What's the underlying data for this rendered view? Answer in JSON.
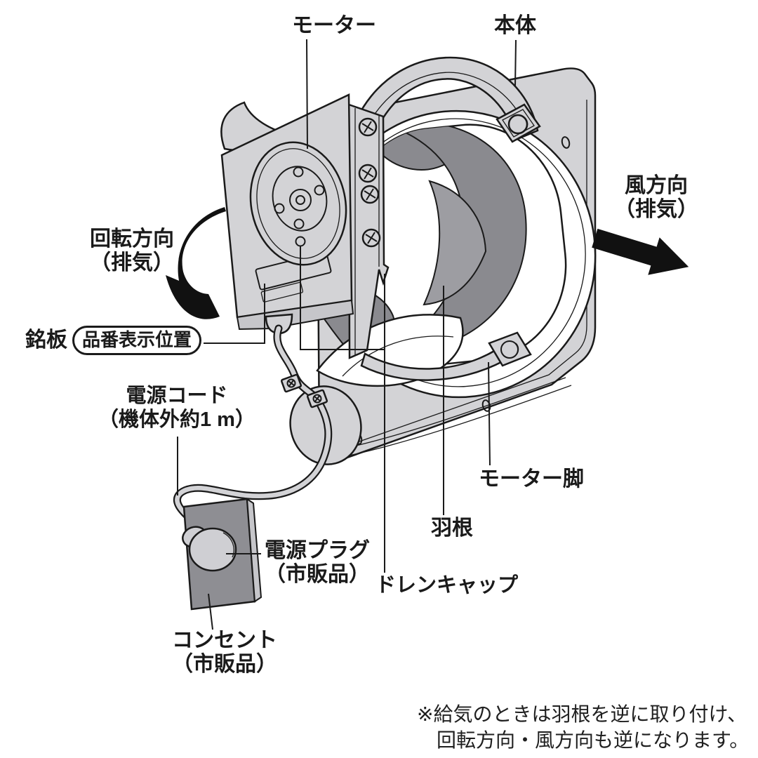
{
  "diagram": {
    "labels": {
      "motor": "モーター",
      "body": "本体",
      "wind_direction": {
        "line1": "風方向",
        "line2": "（排気）"
      },
      "rotation_direction": {
        "line1": "回転方向",
        "line2": "（排気）"
      },
      "nameplate": "銘板",
      "part_number_position": "品番表示位置",
      "power_cord": {
        "line1": "電源コード",
        "line2": "（機体外約1 m）"
      },
      "power_plug": {
        "line1": "電源プラグ",
        "line2": "（市販品）"
      },
      "outlet": {
        "line1": "コンセント",
        "line2": "（市販品）"
      },
      "motor_leg": "モーター脚",
      "blade": "羽根",
      "drain_cap": "ドレンキャップ"
    },
    "note": {
      "line1": "※給気のときは羽根を逆に取り付け、",
      "line2": "回転方向・風方向も逆になります。"
    },
    "colors": {
      "outline": "#1a1a1a",
      "body_gray": "#d3d3d6",
      "body_shade": "#c6c6ca",
      "blade_dark": "#8a8a8f",
      "blade_mid": "#9d9da2",
      "outlet_gray": "#8e8e93",
      "plug_gray": "#cfcfd3",
      "arrow_black": "#111111"
    }
  }
}
